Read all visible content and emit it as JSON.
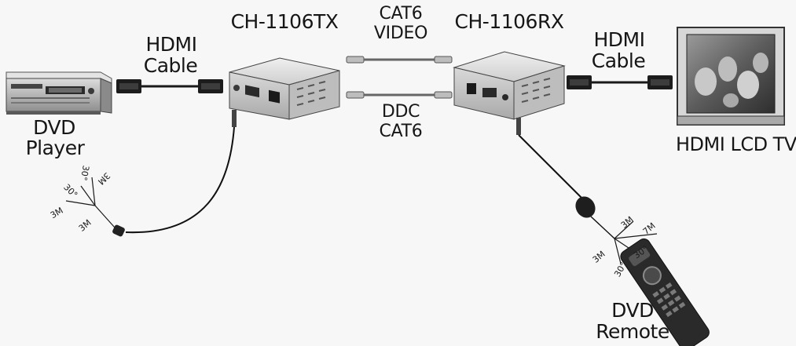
{
  "devices": {
    "dvd_player": [
      "DVD",
      "Player"
    ],
    "transmitter": "CH-1106TX",
    "receiver": "CH-1106RX",
    "tv": "HDMI LCD TV",
    "remote": [
      "DVD",
      "Remote"
    ]
  },
  "cables": {
    "hdmi_left": [
      "HDMI",
      "Cable"
    ],
    "hdmi_right": [
      "HDMI",
      "Cable"
    ],
    "cat6_video": [
      "CAT6",
      "VIDEO"
    ],
    "ddc_cat6": [
      "DDC",
      "CAT6"
    ]
  },
  "ir_receiver_left": {
    "angle_a": "30°",
    "angle_b": "30°",
    "range_a": "3M",
    "range_b": "3M",
    "range_c": "3M"
  },
  "ir_receiver_right": {
    "angle_a": "30°",
    "angle_b": "30°",
    "range_a": "3M",
    "range_b": "3M",
    "range_c": "7M"
  },
  "colors": {
    "line": "#1a1a1a",
    "device_body": "#d4d4d4",
    "device_dark": "#3a3a3a",
    "background": "#f7f7f7"
  }
}
